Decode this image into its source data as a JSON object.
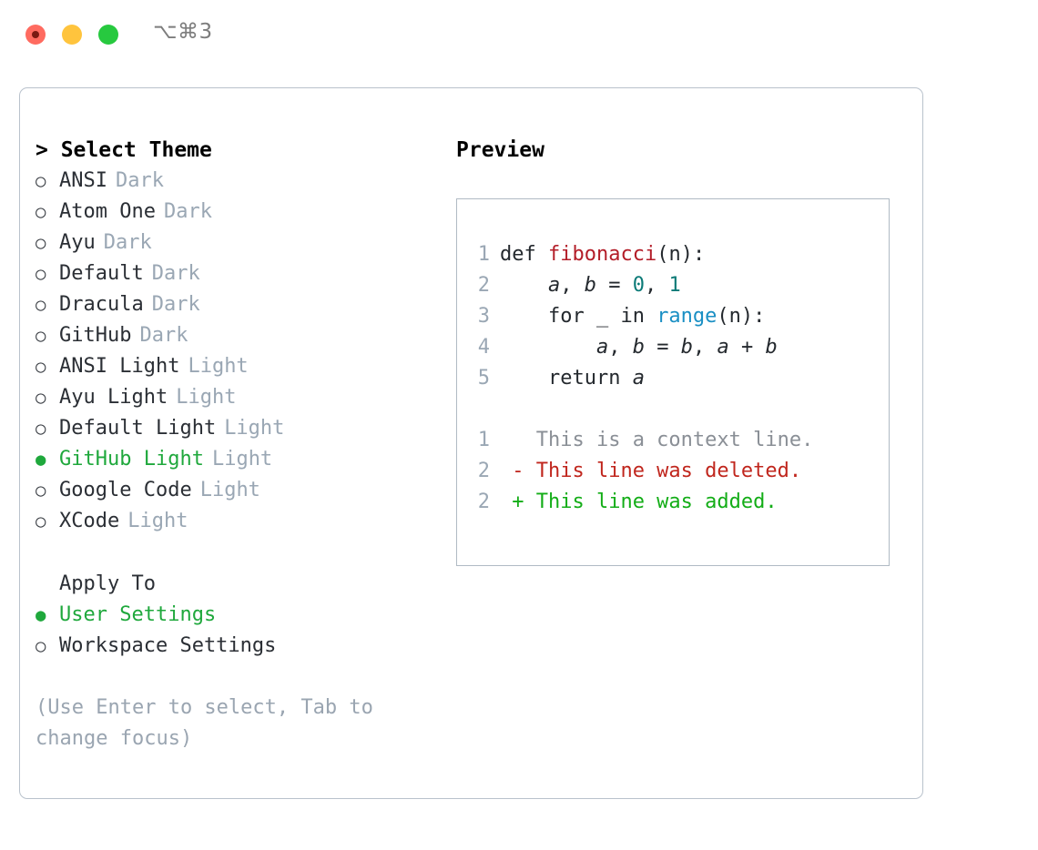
{
  "titlebar": {
    "lights": [
      "close",
      "minimize",
      "zoom"
    ],
    "shortcut": "⌥⌘3"
  },
  "theme_panel": {
    "header": "> Select Theme",
    "items": [
      {
        "label": "ANSI",
        "kind": "Dark",
        "selected": false
      },
      {
        "label": "Atom One",
        "kind": "Dark",
        "selected": false
      },
      {
        "label": "Ayu",
        "kind": "Dark",
        "selected": false
      },
      {
        "label": "Default",
        "kind": "Dark",
        "selected": false
      },
      {
        "label": "Dracula",
        "kind": "Dark",
        "selected": false
      },
      {
        "label": "GitHub",
        "kind": "Dark",
        "selected": false
      },
      {
        "label": "ANSI Light",
        "kind": "Light",
        "selected": false
      },
      {
        "label": "Ayu Light",
        "kind": "Light",
        "selected": false
      },
      {
        "label": "Default Light",
        "kind": "Light",
        "selected": false
      },
      {
        "label": "GitHub Light",
        "kind": "Light",
        "selected": true
      },
      {
        "label": "Google Code",
        "kind": "Light",
        "selected": false
      },
      {
        "label": "XCode",
        "kind": "Light",
        "selected": false
      }
    ],
    "bullet_on": "●",
    "bullet_off": "○"
  },
  "apply_to": {
    "header": "Apply To",
    "options": [
      {
        "label": "User Settings",
        "selected": true
      },
      {
        "label": "Workspace Settings",
        "selected": false
      }
    ]
  },
  "hint": "(Use Enter to select, Tab to change focus)",
  "preview": {
    "header": "Preview",
    "code_lines": [
      {
        "num": "1",
        "tokens": [
          {
            "t": "def ",
            "c": "kw"
          },
          {
            "t": "fibonacci",
            "c": "fn"
          },
          {
            "t": "(n):",
            "c": "plain"
          }
        ]
      },
      {
        "num": "2",
        "tokens": [
          {
            "t": "    ",
            "c": "plain"
          },
          {
            "t": "a",
            "c": "var"
          },
          {
            "t": ", ",
            "c": "plain"
          },
          {
            "t": "b",
            "c": "var"
          },
          {
            "t": " = ",
            "c": "plain"
          },
          {
            "t": "0",
            "c": "num"
          },
          {
            "t": ", ",
            "c": "plain"
          },
          {
            "t": "1",
            "c": "num"
          }
        ]
      },
      {
        "num": "3",
        "tokens": [
          {
            "t": "    for _ in ",
            "c": "plain"
          },
          {
            "t": "range",
            "c": "call"
          },
          {
            "t": "(n):",
            "c": "plain"
          }
        ]
      },
      {
        "num": "4",
        "tokens": [
          {
            "t": "        ",
            "c": "plain"
          },
          {
            "t": "a",
            "c": "var"
          },
          {
            "t": ", ",
            "c": "plain"
          },
          {
            "t": "b",
            "c": "var"
          },
          {
            "t": " = ",
            "c": "plain"
          },
          {
            "t": "b",
            "c": "var"
          },
          {
            "t": ", ",
            "c": "plain"
          },
          {
            "t": "a",
            "c": "var"
          },
          {
            "t": " + ",
            "c": "plain"
          },
          {
            "t": "b",
            "c": "var"
          }
        ]
      },
      {
        "num": "5",
        "tokens": [
          {
            "t": "    return ",
            "c": "plain"
          },
          {
            "t": "a",
            "c": "var"
          }
        ]
      },
      {
        "num": "",
        "tokens": []
      },
      {
        "num": "1",
        "tokens": [
          {
            "t": "   This is a context line.",
            "c": "ctx"
          }
        ]
      },
      {
        "num": "2",
        "tokens": [
          {
            "t": " - This line was deleted.",
            "c": "del"
          }
        ]
      },
      {
        "num": "2",
        "tokens": [
          {
            "t": " + This line was added.",
            "c": "add"
          }
        ]
      }
    ]
  },
  "colors": {
    "accent_green": "#1fa83c",
    "muted": "#9aa7b4",
    "hint": "#9aa5b1",
    "border": "#b9c2cc",
    "preview_border": "#b0bac4",
    "diff_add": "#13ad17",
    "diff_del": "#c0261d",
    "syntax_fn": "#b31d28",
    "syntax_num": "#0b7a77",
    "syntax_call": "#1a8fc4"
  }
}
